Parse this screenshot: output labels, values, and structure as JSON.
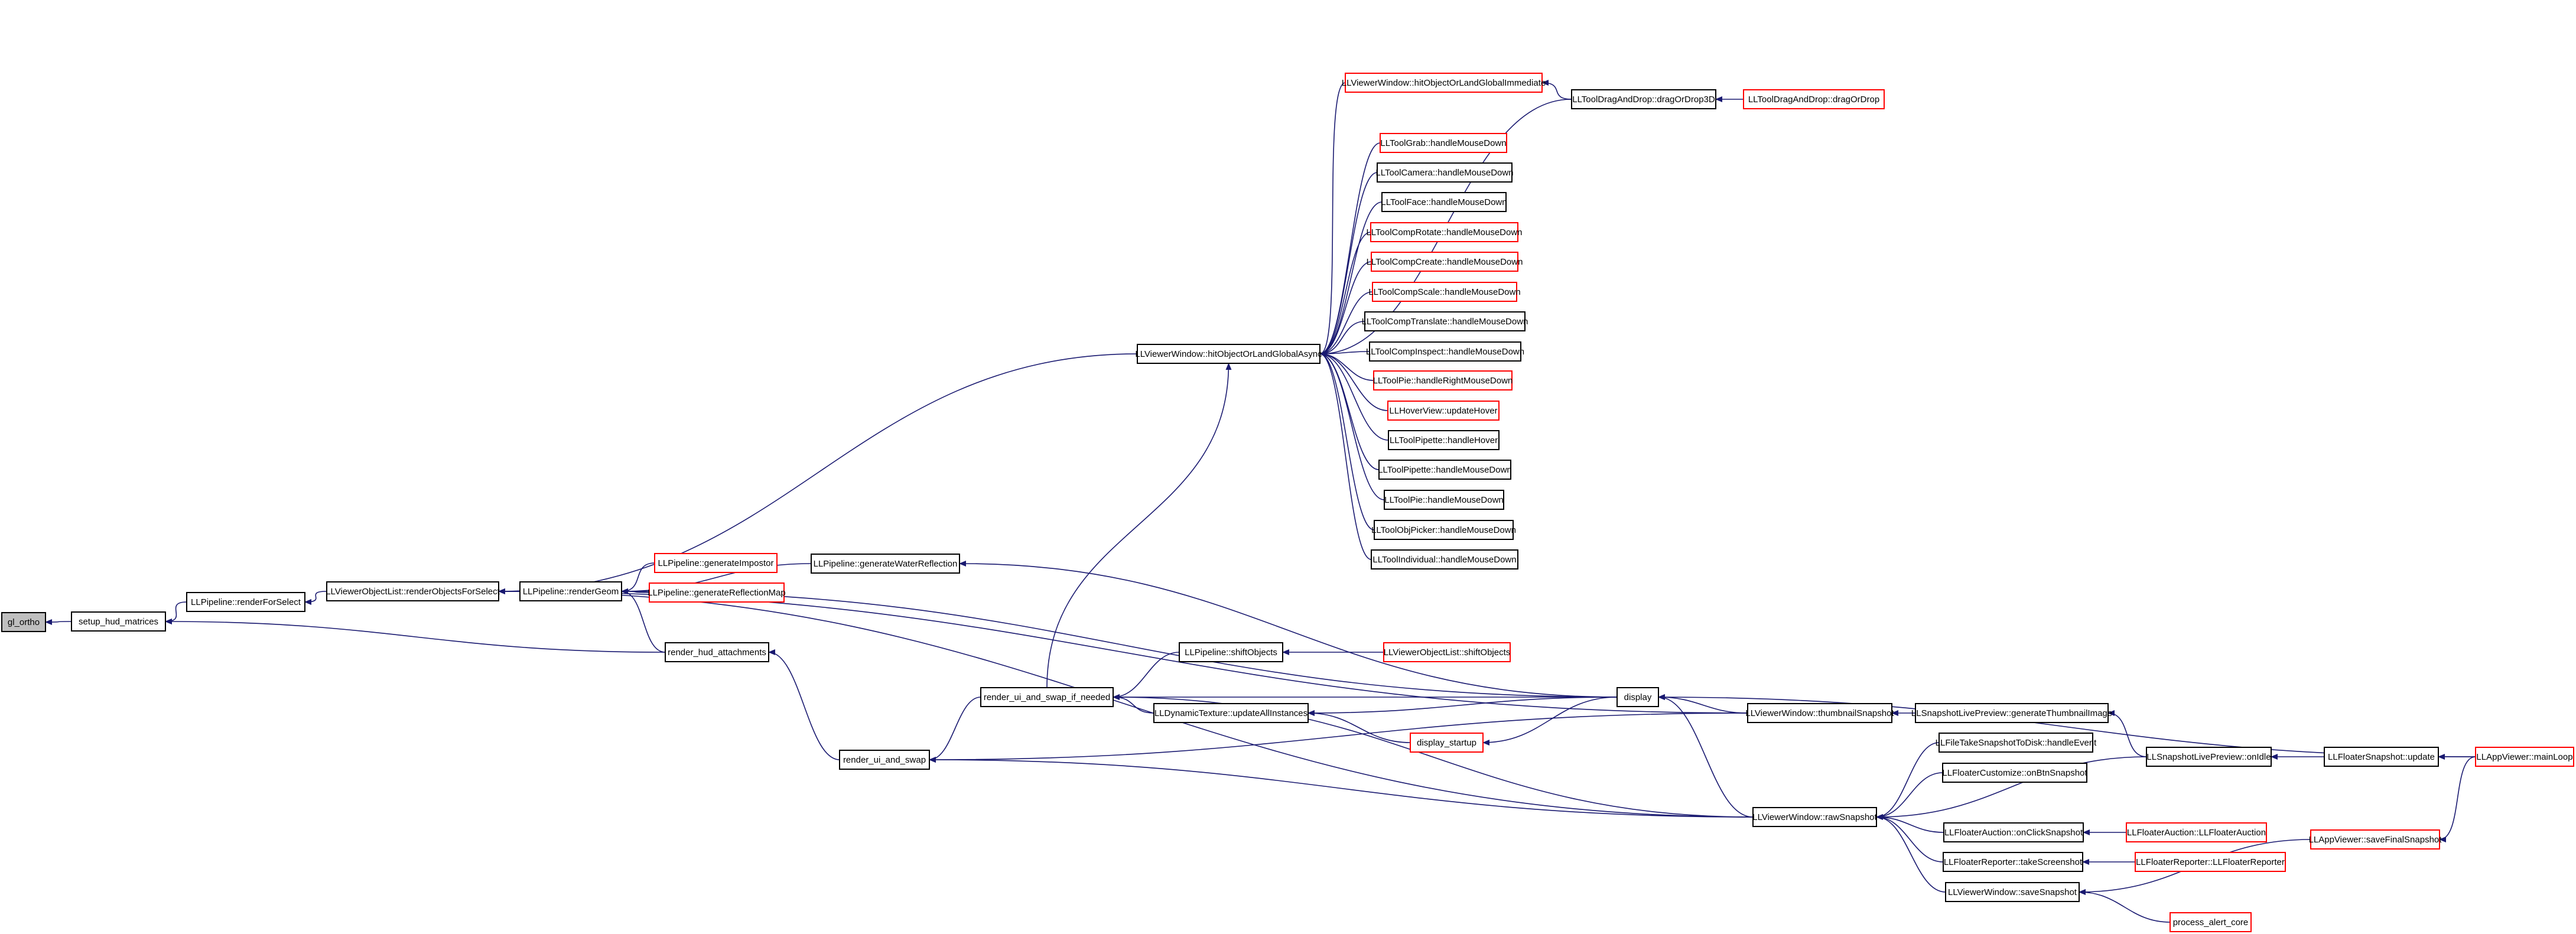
{
  "colors": {
    "edge": "#191970",
    "border_black": "#000000",
    "border_red": "#ff0000",
    "root_fill": "#bfbfbf",
    "node_fill": "#ffffff"
  },
  "nodes": [
    {
      "id": "gl_ortho",
      "label": "gl_ortho",
      "style": "root"
    },
    {
      "id": "setup_hud",
      "label": "setup_hud_matrices",
      "style": "black"
    },
    {
      "id": "renderForSelect",
      "label": "LLPipeline::renderForSelect",
      "style": "black"
    },
    {
      "id": "renderObjectsForSelect",
      "label": "LLViewerObjectList::renderObjectsForSelect",
      "style": "black"
    },
    {
      "id": "renderGeom",
      "label": "LLPipeline::renderGeom",
      "style": "black"
    },
    {
      "id": "generateImpostor",
      "label": "LLPipeline::generateImpostor",
      "style": "red"
    },
    {
      "id": "generateReflectionMap",
      "label": "LLPipeline::generateReflectionMap",
      "style": "red"
    },
    {
      "id": "generateWaterReflection",
      "label": "LLPipeline::generateWaterReflection",
      "style": "black"
    },
    {
      "id": "render_hud_attachments",
      "label": "render_hud_attachments",
      "style": "black"
    },
    {
      "id": "render_ui_and_swap",
      "label": "render_ui_and_swap",
      "style": "black"
    },
    {
      "id": "render_ui_and_swap_if_needed",
      "label": "render_ui_and_swap_if_needed",
      "style": "black"
    },
    {
      "id": "shiftObjects",
      "label": "LLPipeline::shiftObjects",
      "style": "black"
    },
    {
      "id": "updateAllInstances",
      "label": "LLDynamicTexture::updateAllInstances",
      "style": "black"
    },
    {
      "id": "display_startup",
      "label": "display_startup",
      "style": "red"
    },
    {
      "id": "objlist_shiftObjects",
      "label": "LLViewerObjectList::shiftObjects",
      "style": "red"
    },
    {
      "id": "hitAsync",
      "label": "LLViewerWindow::hitObjectOrLandGlobalAsync",
      "style": "black"
    },
    {
      "id": "hitImmediate",
      "label": "LLViewerWindow::hitObjectOrLandGlobalImmediate",
      "style": "red"
    },
    {
      "id": "dragOrDrop3D",
      "label": "LLToolDragAndDrop::dragOrDrop3D",
      "style": "black"
    },
    {
      "id": "dragOrDrop",
      "label": "LLToolDragAndDrop::dragOrDrop",
      "style": "red"
    },
    {
      "id": "toolGrab",
      "label": "LLToolGrab::handleMouseDown",
      "style": "red"
    },
    {
      "id": "toolCamera",
      "label": "LLToolCamera::handleMouseDown",
      "style": "black"
    },
    {
      "id": "toolFace",
      "label": "LLToolFace::handleMouseDown",
      "style": "black"
    },
    {
      "id": "toolCompRotate",
      "label": "LLToolCompRotate::handleMouseDown",
      "style": "red"
    },
    {
      "id": "toolCompCreate",
      "label": "LLToolCompCreate::handleMouseDown",
      "style": "red"
    },
    {
      "id": "toolCompScale",
      "label": "LLToolCompScale::handleMouseDown",
      "style": "red"
    },
    {
      "id": "toolCompTranslate",
      "label": "LLToolCompTranslate::handleMouseDown",
      "style": "black"
    },
    {
      "id": "toolCompInspect",
      "label": "LLToolCompInspect::handleMouseDown",
      "style": "black"
    },
    {
      "id": "toolPieRight",
      "label": "LLToolPie::handleRightMouseDown",
      "style": "red"
    },
    {
      "id": "hoverView",
      "label": "LLHoverView::updateHover",
      "style": "red"
    },
    {
      "id": "pipetteHover",
      "label": "LLToolPipette::handleHover",
      "style": "black"
    },
    {
      "id": "pipetteMouse",
      "label": "LLToolPipette::handleMouseDown",
      "style": "black"
    },
    {
      "id": "toolPieMouse",
      "label": "LLToolPie::handleMouseDown",
      "style": "black"
    },
    {
      "id": "objPicker",
      "label": "LLToolObjPicker::handleMouseDown",
      "style": "black"
    },
    {
      "id": "toolIndividual",
      "label": "LLToolIndividual::handleMouseDown",
      "style": "black"
    },
    {
      "id": "display",
      "label": "display",
      "style": "black"
    },
    {
      "id": "thumbnailSnapshot",
      "label": "LLViewerWindow::thumbnailSnapshot",
      "style": "black"
    },
    {
      "id": "generateThumbnailImage",
      "label": "LLSnapshotLivePreview::generateThumbnailImage",
      "style": "black"
    },
    {
      "id": "rawSnapshot",
      "label": "LLViewerWindow::rawSnapshot",
      "style": "black"
    },
    {
      "id": "fileTakeSnapshot",
      "label": "LLFileTakeSnapshotToDisk::handleEvent",
      "style": "black"
    },
    {
      "id": "floaterCustomize",
      "label": "LLFloaterCustomize::onBtnSnapshot",
      "style": "black"
    },
    {
      "id": "auctionClick",
      "label": "LLFloaterAuction::onClickSnapshot",
      "style": "black"
    },
    {
      "id": "auctionCtor",
      "label": "LLFloaterAuction::LLFloaterAuction",
      "style": "red"
    },
    {
      "id": "reporterTake",
      "label": "LLFloaterReporter::takeScreenshot",
      "style": "black"
    },
    {
      "id": "reporterCtor",
      "label": "LLFloaterReporter::LLFloaterReporter",
      "style": "red"
    },
    {
      "id": "saveSnapshot",
      "label": "LLViewerWindow::saveSnapshot",
      "style": "black"
    },
    {
      "id": "processAlert",
      "label": "process_alert_core",
      "style": "red"
    },
    {
      "id": "onIdle",
      "label": "LLSnapshotLivePreview::onIdle",
      "style": "black"
    },
    {
      "id": "floaterSnapshotUpdate",
      "label": "LLFloaterSnapshot::update",
      "style": "black"
    },
    {
      "id": "mainLoop",
      "label": "LLAppViewer::mainLoop",
      "style": "red"
    },
    {
      "id": "saveFinalSnapshot",
      "label": "LLAppViewer::saveFinalSnapshot",
      "style": "red"
    }
  ],
  "edges": [
    [
      "setup_hud",
      "gl_ortho"
    ],
    [
      "renderForSelect",
      "setup_hud"
    ],
    [
      "render_hud_attachments",
      "setup_hud"
    ],
    [
      "renderObjectsForSelect",
      "renderForSelect"
    ],
    [
      "renderGeom",
      "renderObjectsForSelect"
    ],
    [
      "hitAsync",
      "renderObjectsForSelect"
    ],
    [
      "thumbnailSnapshot",
      "renderObjectsForSelect"
    ],
    [
      "rawSnapshot",
      "renderObjectsForSelect"
    ],
    [
      "generateImpostor",
      "renderGeom"
    ],
    [
      "generateReflectionMap",
      "renderGeom"
    ],
    [
      "generateWaterReflection",
      "renderGeom"
    ],
    [
      "render_hud_attachments",
      "renderGeom"
    ],
    [
      "display",
      "renderGeom"
    ],
    [
      "display",
      "generateWaterReflection"
    ],
    [
      "render_ui_and_swap",
      "render_hud_attachments"
    ],
    [
      "render_ui_and_swap_if_needed",
      "render_ui_and_swap"
    ],
    [
      "thumbnailSnapshot",
      "render_ui_and_swap"
    ],
    [
      "rawSnapshot",
      "render_ui_and_swap"
    ],
    [
      "shiftObjects",
      "render_ui_and_swap_if_needed"
    ],
    [
      "updateAllInstances",
      "render_ui_and_swap_if_needed"
    ],
    [
      "display",
      "render_ui_and_swap_if_needed"
    ],
    [
      "rawSnapshot",
      "render_ui_and_swap_if_needed"
    ],
    [
      "render_ui_and_swap_if_needed",
      "hitAsync"
    ],
    [
      "objlist_shiftObjects",
      "shiftObjects"
    ],
    [
      "display_startup",
      "updateAllInstances"
    ],
    [
      "display",
      "updateAllInstances"
    ],
    [
      "display",
      "display_startup"
    ],
    [
      "hitImmediate",
      "hitAsync"
    ],
    [
      "dragOrDrop3D",
      "hitAsync"
    ],
    [
      "toolGrab",
      "hitAsync"
    ],
    [
      "toolCamera",
      "hitAsync"
    ],
    [
      "toolFace",
      "hitAsync"
    ],
    [
      "toolCompRotate",
      "hitAsync"
    ],
    [
      "toolCompCreate",
      "hitAsync"
    ],
    [
      "toolCompScale",
      "hitAsync"
    ],
    [
      "toolCompTranslate",
      "hitAsync"
    ],
    [
      "toolCompInspect",
      "hitAsync"
    ],
    [
      "toolPieRight",
      "hitAsync"
    ],
    [
      "hoverView",
      "hitAsync"
    ],
    [
      "pipetteHover",
      "hitAsync"
    ],
    [
      "pipetteMouse",
      "hitAsync"
    ],
    [
      "toolPieMouse",
      "hitAsync"
    ],
    [
      "objPicker",
      "hitAsync"
    ],
    [
      "toolIndividual",
      "hitAsync"
    ],
    [
      "dragOrDrop3D",
      "hitImmediate"
    ],
    [
      "dragOrDrop",
      "dragOrDrop3D"
    ],
    [
      "thumbnailSnapshot",
      "display"
    ],
    [
      "rawSnapshot",
      "display"
    ],
    [
      "mainLoop",
      "display"
    ],
    [
      "generateThumbnailImage",
      "thumbnailSnapshot"
    ],
    [
      "onIdle",
      "generateThumbnailImage"
    ],
    [
      "fileTakeSnapshot",
      "rawSnapshot"
    ],
    [
      "floaterCustomize",
      "rawSnapshot"
    ],
    [
      "onIdle",
      "rawSnapshot"
    ],
    [
      "auctionClick",
      "rawSnapshot"
    ],
    [
      "reporterTake",
      "rawSnapshot"
    ],
    [
      "saveSnapshot",
      "rawSnapshot"
    ],
    [
      "auctionCtor",
      "auctionClick"
    ],
    [
      "reporterCtor",
      "reporterTake"
    ],
    [
      "saveFinalSnapshot",
      "saveSnapshot"
    ],
    [
      "processAlert",
      "saveSnapshot"
    ],
    [
      "floaterSnapshotUpdate",
      "onIdle"
    ],
    [
      "mainLoop",
      "floaterSnapshotUpdate"
    ],
    [
      "mainLoop",
      "saveFinalSnapshot"
    ]
  ]
}
